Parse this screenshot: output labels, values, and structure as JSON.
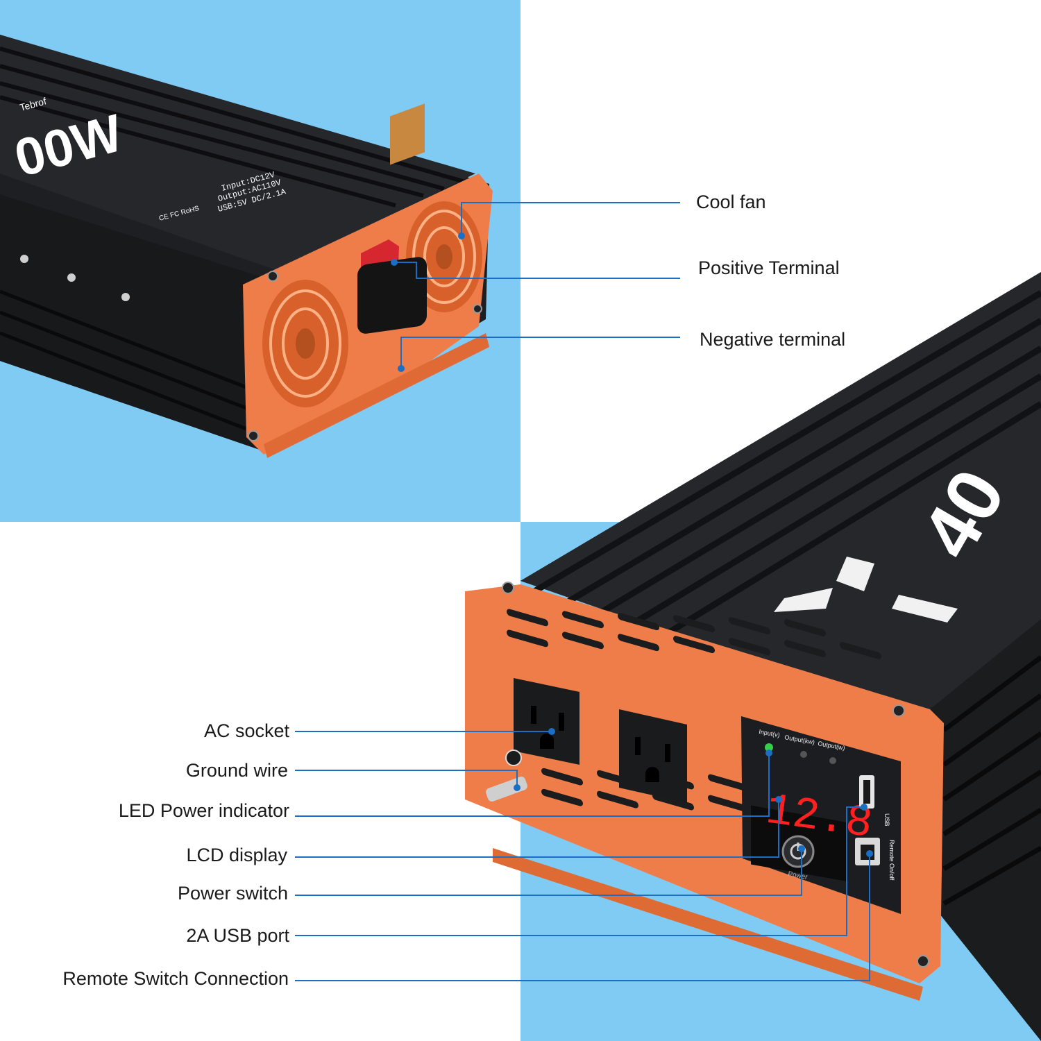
{
  "colors": {
    "background_blue": "#7fcbf4",
    "panel_white": "#ffffff",
    "body_black": "#1e1f22",
    "endcap_orange": "#ef7d4a",
    "callout_blue": "#1a6fc4",
    "terminal_red": "#d6262f",
    "led_red": "#ff2020",
    "led_green": "#35d04a"
  },
  "top_product": {
    "brand": "Tebrof",
    "wattage_text": "00W",
    "spec_lines": [
      "Input:DC12V",
      "Output:AC110V",
      "USB:5V DC/2.1A"
    ],
    "cert_marks": "CE FC RoHS"
  },
  "bottom_product": {
    "wattage_text": "40",
    "indicator_labels": [
      "Input(v)",
      "Output(kw)",
      "Output(w)"
    ],
    "led_readout": "12.8",
    "power_button_label": "Power",
    "usb_label": "USB",
    "remote_label": "Remote On/off"
  },
  "callouts_top": [
    {
      "id": "cool-fan",
      "label": "Cool fan"
    },
    {
      "id": "positive-terminal",
      "label": "Positive Terminal"
    },
    {
      "id": "negative-terminal",
      "label": "Negative terminal"
    }
  ],
  "callouts_bottom": [
    {
      "id": "ac-socket",
      "label": "AC socket"
    },
    {
      "id": "ground-wire",
      "label": "Ground wire"
    },
    {
      "id": "led-power-indicator",
      "label": "LED Power indicator"
    },
    {
      "id": "lcd-display",
      "label": "LCD display"
    },
    {
      "id": "power-switch",
      "label": "Power switch"
    },
    {
      "id": "usb-port",
      "label": "2A USB port"
    },
    {
      "id": "remote-switch-connection",
      "label": "Remote Switch Connection"
    }
  ]
}
